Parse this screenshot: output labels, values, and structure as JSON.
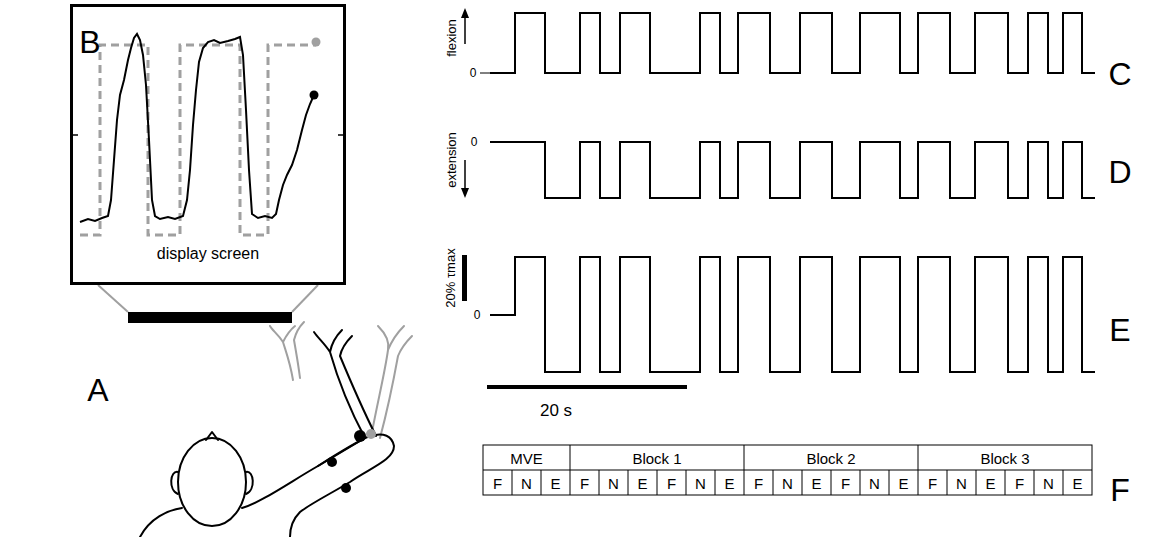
{
  "diagram": {
    "nodes": [
      {
        "text": [
          "display screen"
        ]
      }
    ],
    "labels": [
      "B",
      "A",
      "flexion",
      "0",
      "extension",
      "0",
      "20% τmax",
      "0",
      "20 s",
      "C",
      "D",
      "E",
      "F",
      "MVE",
      "Block 1",
      "Block 2",
      "Block 3",
      "F",
      "N",
      "E",
      "F",
      "N",
      "E",
      "F",
      "N",
      "E",
      "F",
      "N",
      "E",
      "F",
      "N",
      "E",
      "F",
      "N",
      "E",
      "F",
      "N",
      "E"
    ]
  }
}
